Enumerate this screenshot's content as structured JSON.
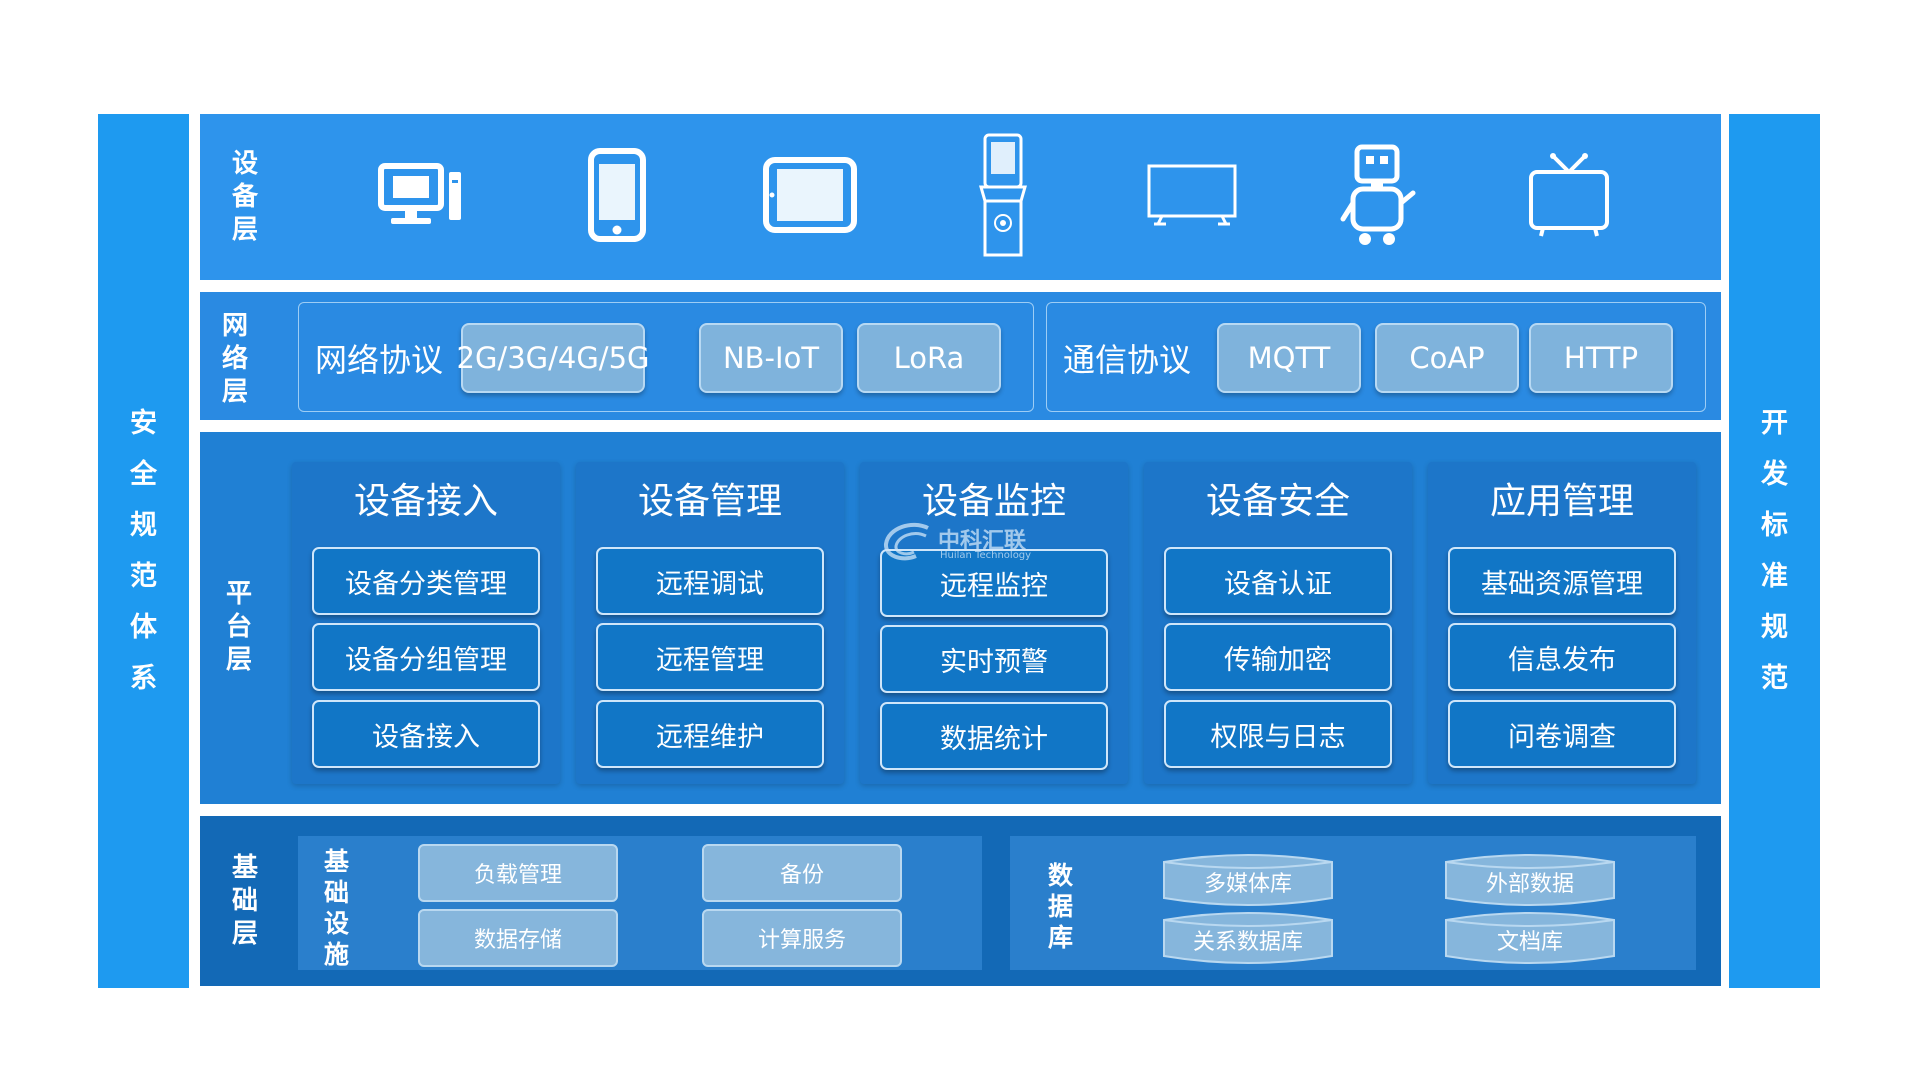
{
  "side_left": [
    "安",
    "全",
    "规",
    "范",
    "体",
    "系"
  ],
  "side_right": [
    "开",
    "发",
    "标",
    "准",
    "规",
    "范"
  ],
  "device_layer": {
    "label": [
      "设",
      "备",
      "层"
    ],
    "icons": [
      "desktop-computer-icon",
      "smartphone-icon",
      "tablet-icon",
      "kiosk-terminal-icon",
      "monitor-display-icon",
      "robot-icon",
      "television-icon"
    ]
  },
  "network_layer": {
    "label": [
      "网",
      "络",
      "层"
    ],
    "network_protocol": {
      "title": "网络协议",
      "items": [
        "2G/3G/4G/5G",
        "NB-IoT",
        "LoRa"
      ]
    },
    "comm_protocol": {
      "title": "通信协议",
      "items": [
        "MQTT",
        "CoAP",
        "HTTP"
      ]
    }
  },
  "platform_layer": {
    "label": [
      "平",
      "台",
      "层"
    ],
    "columns": [
      {
        "title": "设备接入",
        "items": [
          "设备分类管理",
          "设备分组管理",
          "设备接入"
        ]
      },
      {
        "title": "设备管理",
        "items": [
          "远程调试",
          "远程管理",
          "远程维护"
        ]
      },
      {
        "title": "设备监控",
        "items": [
          "远程监控",
          "实时预警",
          "数据统计"
        ]
      },
      {
        "title": "设备安全",
        "items": [
          "设备认证",
          "传输加密",
          "权限与日志"
        ]
      },
      {
        "title": "应用管理",
        "items": [
          "基础资源管理",
          "信息发布",
          "问卷调查"
        ]
      }
    ]
  },
  "base_layer": {
    "label": [
      "基",
      "础",
      "层"
    ],
    "infrastructure": {
      "label": [
        "基",
        "础",
        "设",
        "施"
      ],
      "items": [
        "负载管理",
        "备份",
        "数据存储",
        "计算服务"
      ]
    },
    "database": {
      "label": [
        "数",
        "据",
        "库"
      ],
      "items": [
        "多媒体库",
        "外部数据",
        "关系数据库",
        "文档库"
      ]
    }
  },
  "watermark": {
    "name": "中科汇联",
    "sub": "Huilan Technology"
  },
  "colors": {
    "pillar": "#1e9af0",
    "device_band": "#2e94ec",
    "platform_band": "#2080d4",
    "base_band": "#1369b6",
    "pill": "#7fb3dc"
  }
}
